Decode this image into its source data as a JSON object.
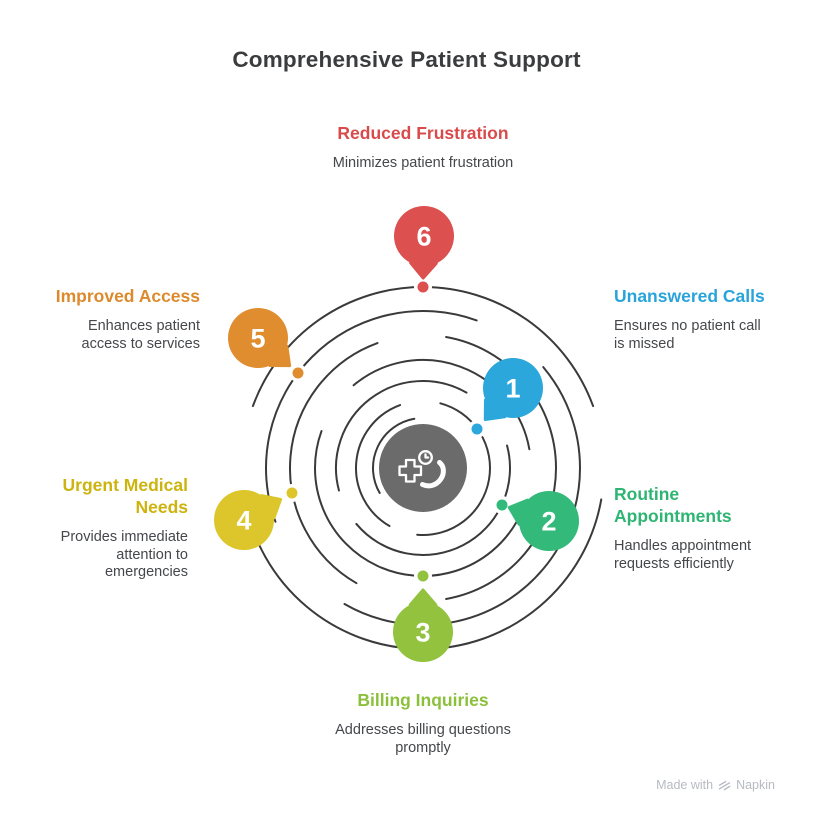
{
  "page": {
    "title": "Comprehensive Patient Support"
  },
  "spiral": {
    "stroke_color": "#3A3A3A"
  },
  "center": {
    "icon": "medical-phone-clock-icon",
    "hub_color": "#6B6B6B",
    "icon_color": "#FFFFFF"
  },
  "items": [
    {
      "num": "1",
      "title": "Unanswered Calls",
      "desc": "Ensures no patient call\nis missed",
      "color": "#2BA7DC",
      "title_color": "#29A4DB"
    },
    {
      "num": "2",
      "title": "Routine\nAppointments",
      "desc": "Handles appointment\nrequests efficiently",
      "color": "#33BA7B",
      "title_color": "#2EB573"
    },
    {
      "num": "3",
      "title": "Billing Inquiries",
      "desc": "Addresses billing questions\npromptly",
      "color": "#92C23E",
      "title_color": "#8CC03C"
    },
    {
      "num": "4",
      "title": "Urgent Medical\nNeeds",
      "desc": "Provides immediate\nattention to\nemergencies",
      "color": "#DCC62B",
      "title_color": "#CDB30E"
    },
    {
      "num": "5",
      "title": "Improved Access",
      "desc": "Enhances patient\naccess to services",
      "color": "#DF8D2E",
      "title_color": "#DD8A2C"
    },
    {
      "num": "6",
      "title": "Reduced Frustration",
      "desc": "Minimizes patient frustration",
      "color": "#DC5050",
      "title_color": "#D94B4B"
    }
  ],
  "footer": {
    "made_with": "Made with",
    "brand": "Napkin"
  }
}
